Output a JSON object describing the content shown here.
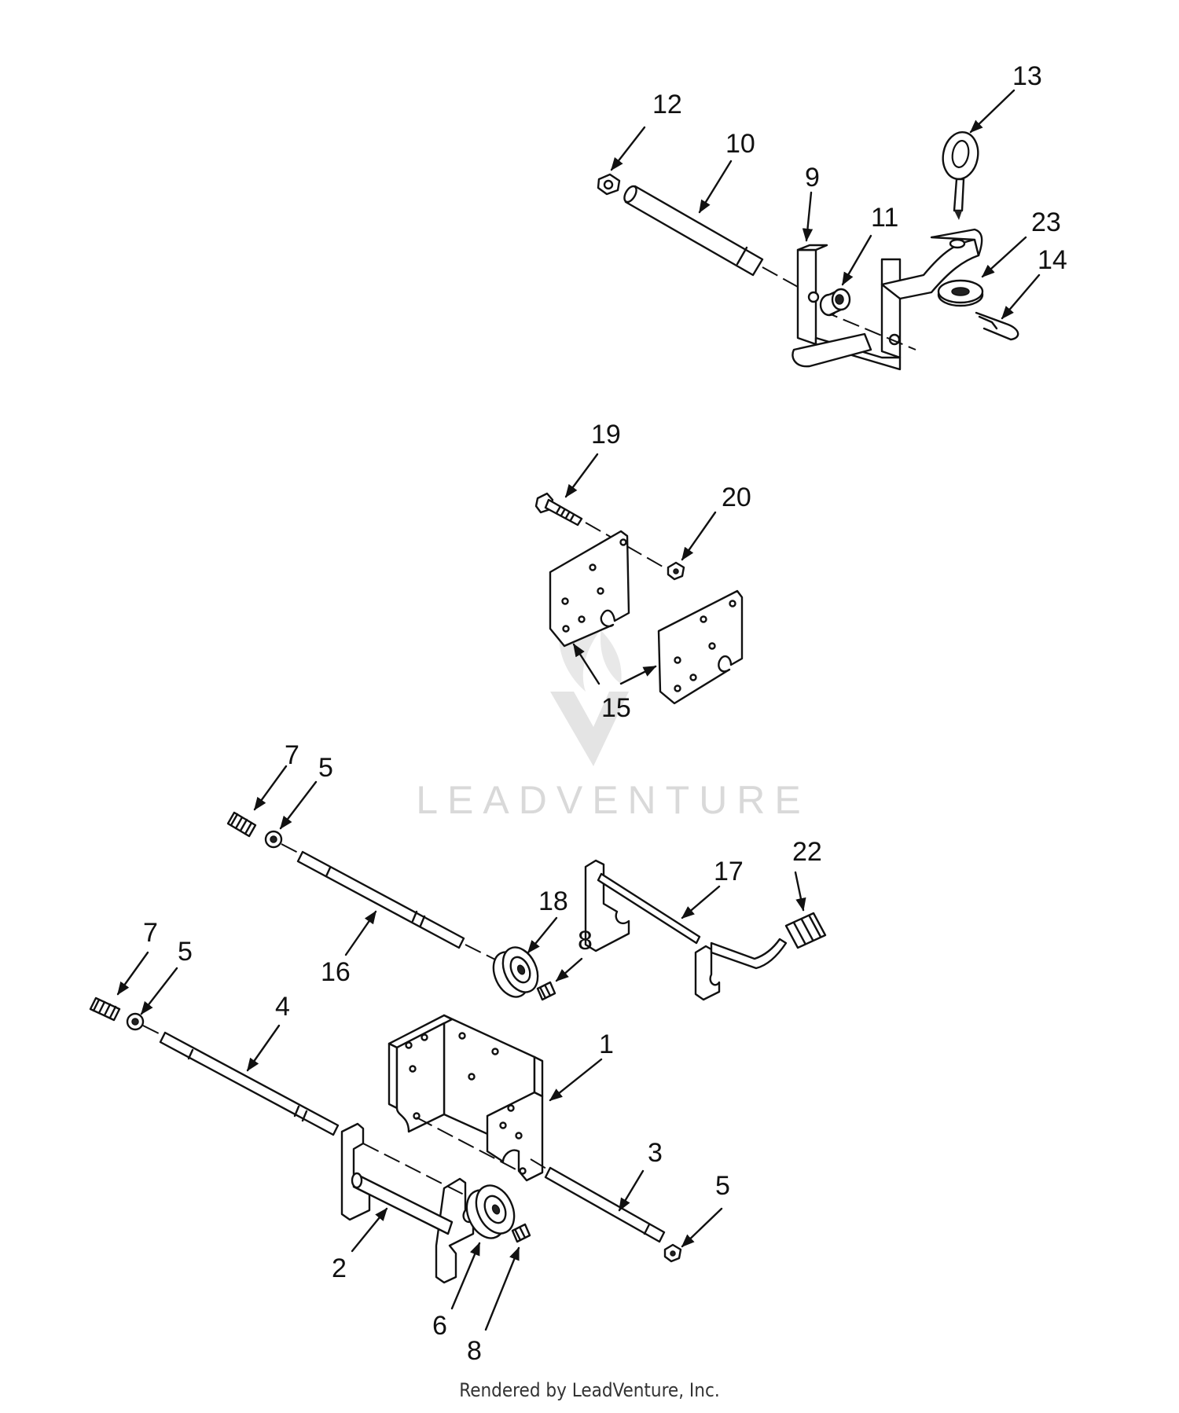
{
  "watermark": {
    "text": "LEADVENTURE"
  },
  "footer": {
    "text": "Rendered by LeadVenture, Inc."
  },
  "callouts": {
    "c1": "1",
    "c2": "2",
    "c3": "3",
    "c4": "4",
    "c5a": "5",
    "c5b": "5",
    "c5c": "5",
    "c6": "6",
    "c7a": "7",
    "c7b": "7",
    "c8a": "8",
    "c8b": "8",
    "c9": "9",
    "c10": "10",
    "c11": "11",
    "c12": "12",
    "c13": "13",
    "c14": "14",
    "c15": "15",
    "c16": "16",
    "c17": "17",
    "c18": "18",
    "c19": "19",
    "c20": "20",
    "c22": "22",
    "c23": "23"
  }
}
